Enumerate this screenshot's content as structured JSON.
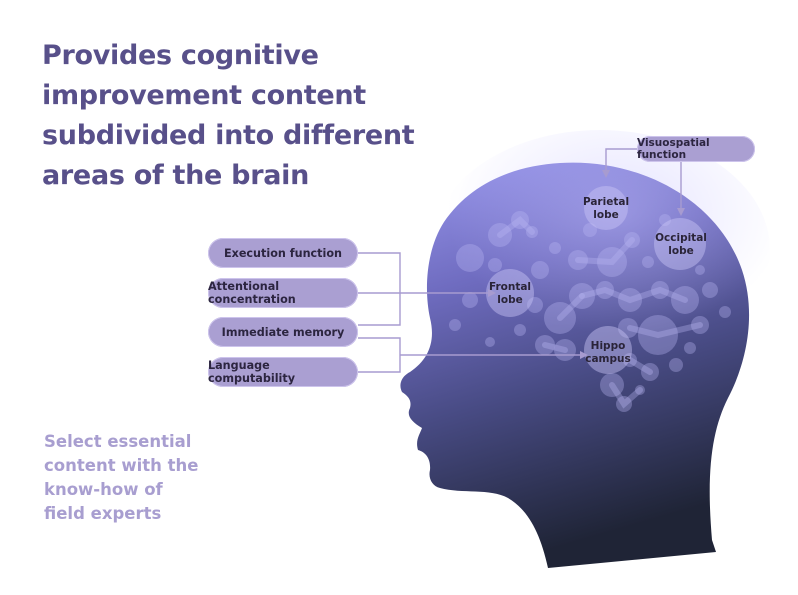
{
  "title": "Provides cognitive\nimprovement content\nsubdivided into different\nareas of the brain",
  "subtitle": "Select essential\ncontent with the\nknow-how of\nfield experts",
  "functions": [
    {
      "label": "Execution function"
    },
    {
      "label": "Attentional concentration"
    },
    {
      "label": "Immediate memory"
    },
    {
      "label": "Language computability"
    }
  ],
  "visuospatial": "Visuospatial function",
  "lobes": {
    "parietal": "Parietal\nlobe",
    "occipital": "Occipital\nlobe",
    "frontal": "Frontal\nlobe",
    "hippocampus": "Hippo\ncampus"
  },
  "colors": {
    "title": "#58508a",
    "subtitle": "#a89ed0",
    "pill": "#aa9fd2",
    "head_top": "#8f8ce6",
    "head_bottom": "#23283c",
    "connector": "#a79bd0"
  }
}
